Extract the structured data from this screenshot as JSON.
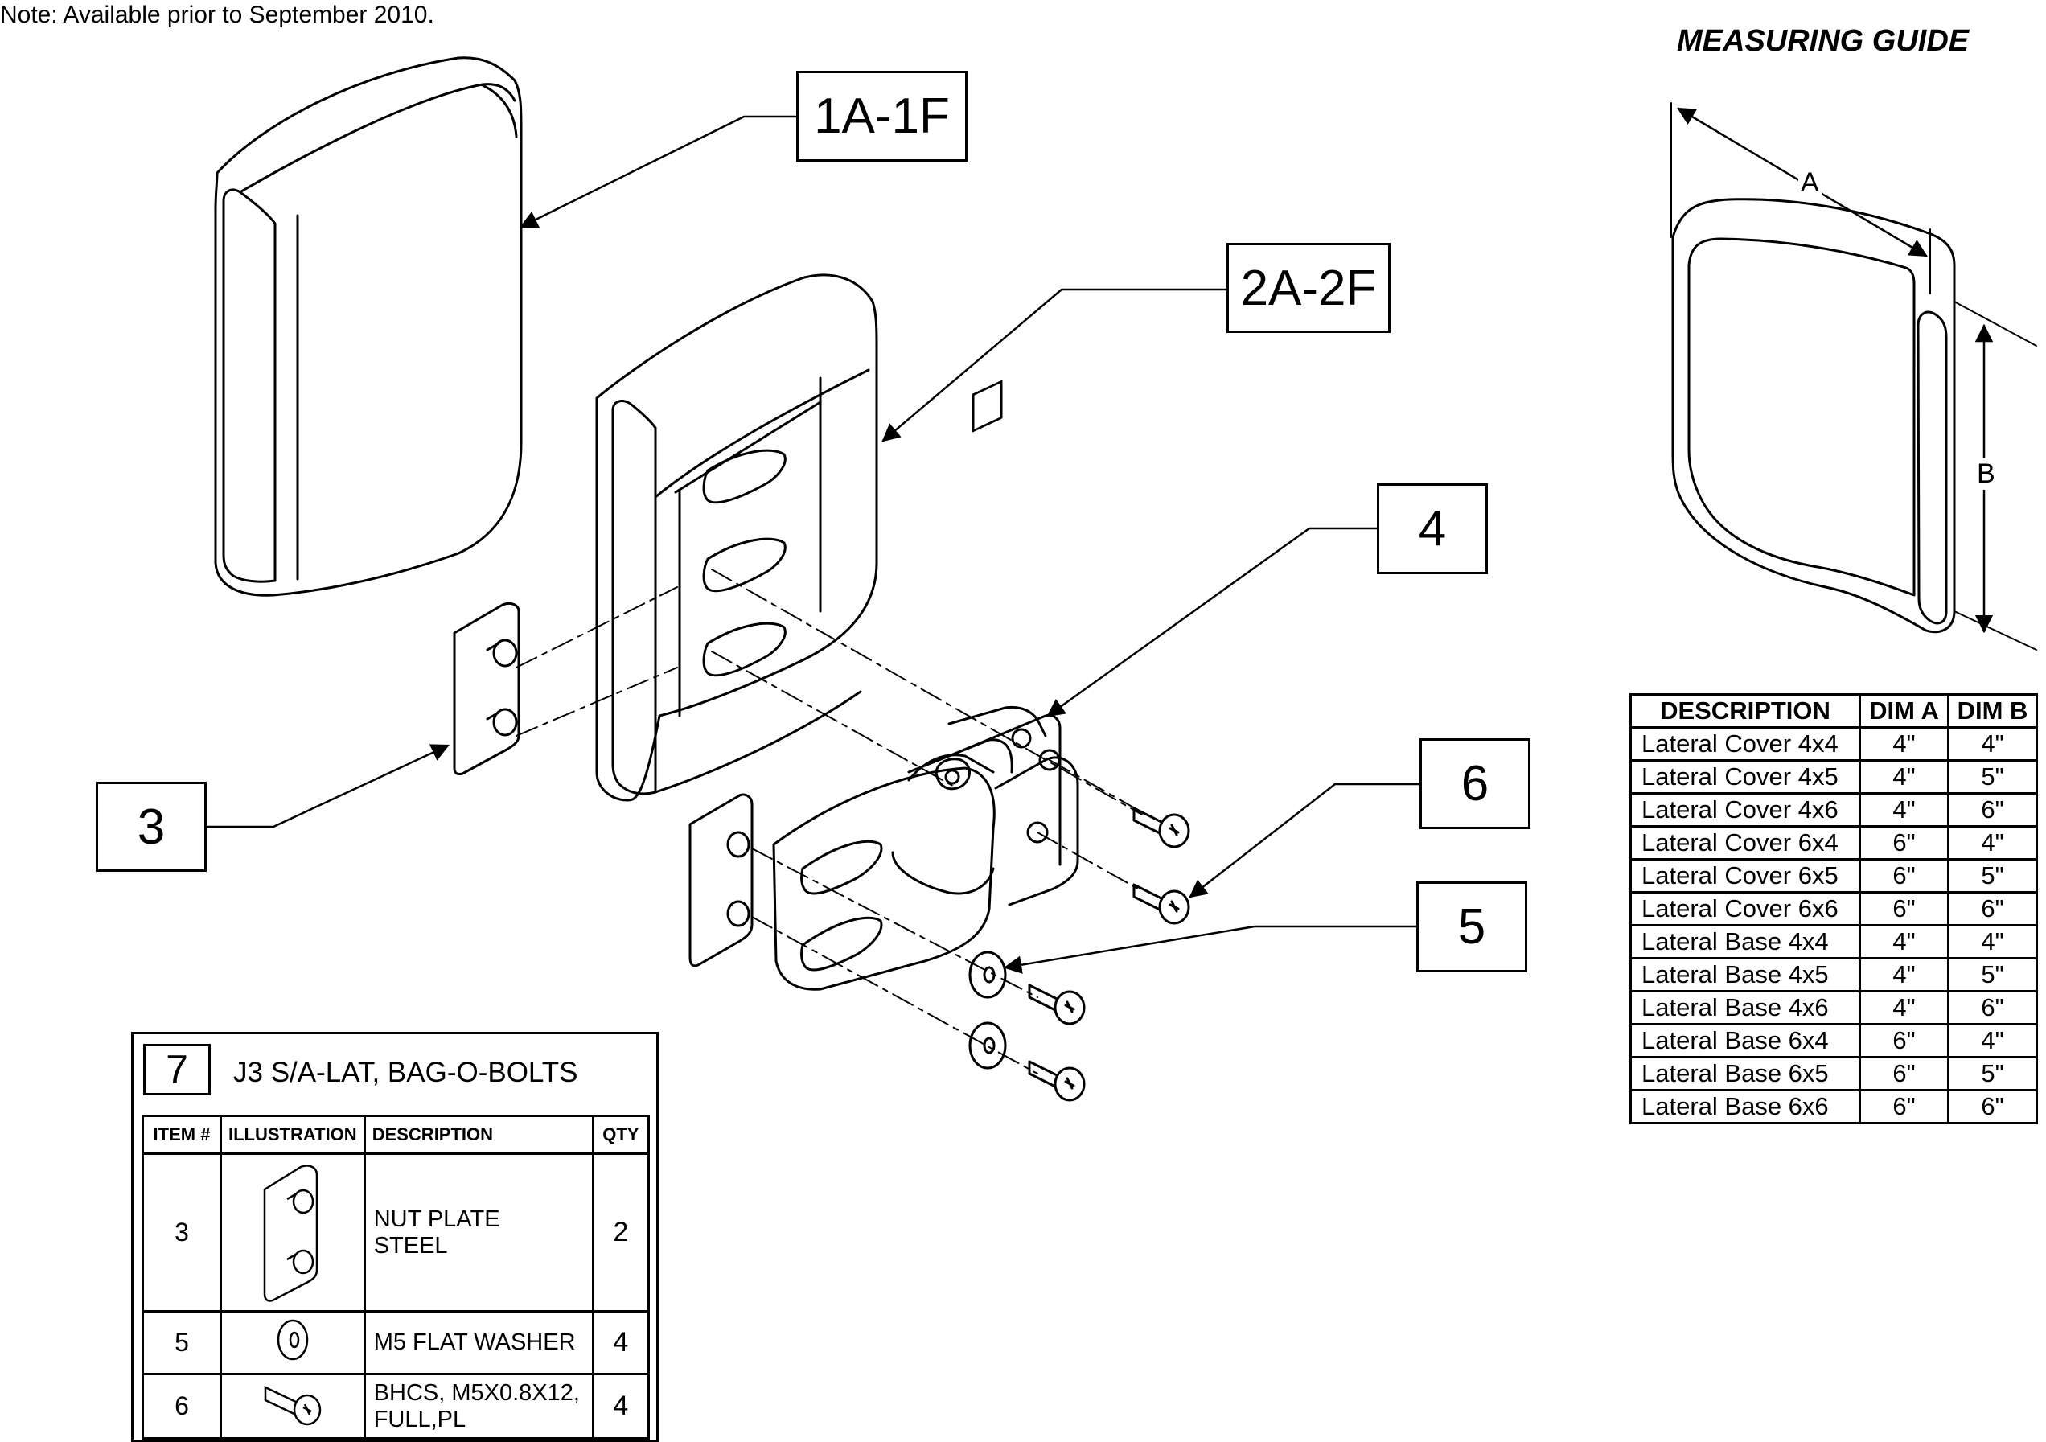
{
  "note": "Note: Available prior to September 2010.",
  "callouts": [
    {
      "label": "1A-1F"
    },
    {
      "label": "2A-2F"
    },
    {
      "label": "3"
    },
    {
      "label": "4"
    },
    {
      "label": "5"
    },
    {
      "label": "6"
    }
  ],
  "measuring_guide": {
    "title": "MEASURING GUIDE",
    "dim_a": "A",
    "dim_b": "B",
    "headers": [
      "DESCRIPTION",
      "DIM A",
      "DIM B"
    ],
    "rows": [
      {
        "description": "Lateral Cover 4x4",
        "dim_a": "4\"",
        "dim_b": "4\""
      },
      {
        "description": "Lateral Cover 4x5",
        "dim_a": "4\"",
        "dim_b": "5\""
      },
      {
        "description": "Lateral Cover 4x6",
        "dim_a": "4\"",
        "dim_b": "6\""
      },
      {
        "description": "Lateral Cover 6x4",
        "dim_a": "6\"",
        "dim_b": "4\""
      },
      {
        "description": "Lateral Cover 6x5",
        "dim_a": "6\"",
        "dim_b": "5\""
      },
      {
        "description": "Lateral Cover 6x6",
        "dim_a": "6\"",
        "dim_b": "6\""
      },
      {
        "description": "Lateral Base 4x4",
        "dim_a": "4\"",
        "dim_b": "4\""
      },
      {
        "description": "Lateral Base 4x5",
        "dim_a": "4\"",
        "dim_b": "5\""
      },
      {
        "description": "Lateral Base 4x6",
        "dim_a": "4\"",
        "dim_b": "6\""
      },
      {
        "description": "Lateral Base 6x4",
        "dim_a": "6\"",
        "dim_b": "4\""
      },
      {
        "description": "Lateral Base 6x5",
        "dim_a": "6\"",
        "dim_b": "5\""
      },
      {
        "description": "Lateral Base 6x6",
        "dim_a": "6\"",
        "dim_b": "6\""
      }
    ]
  },
  "bag": {
    "number": "7",
    "title": "J3 S/A-LAT, BAG-O-BOLTS",
    "headers": [
      "ITEM #",
      "ILLUSTRATION",
      "DESCRIPTION",
      "QTY"
    ],
    "rows": [
      {
        "item": "3",
        "desc_line1": "NUT PLATE",
        "desc_line2": "STEEL",
        "qty": "2",
        "icon": "nut-plate-icon"
      },
      {
        "item": "5",
        "desc_line1": "M5 FLAT WASHER",
        "desc_line2": "",
        "qty": "4",
        "icon": "flat-washer-icon"
      },
      {
        "item": "6",
        "desc_line1": "BHCS, M5X0.8X12,",
        "desc_line2": "FULL,PL",
        "qty": "4",
        "icon": "screw-icon"
      }
    ]
  }
}
